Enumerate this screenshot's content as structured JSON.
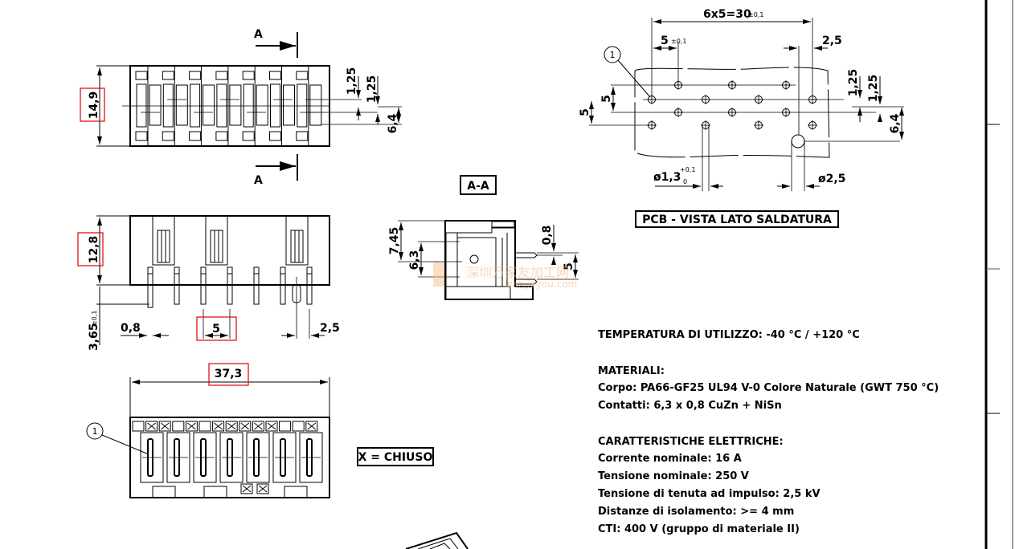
{
  "top_view": {
    "section_label_top": "A",
    "section_label_bottom": "A",
    "dim_height": "14,9",
    "dim_offset_1": "1,25",
    "dim_offset_2": "1,25",
    "dim_row": "6,4"
  },
  "side_view": {
    "dim_height": "12,8",
    "dim_pin_length": "3,65",
    "dim_pin_length_tol": "±0,1",
    "dim_pin_thickness": "0,8",
    "dim_pitch": "5",
    "dim_offset": "2,5"
  },
  "bottom_view": {
    "dim_width": "37,3",
    "callout": "1",
    "legend": "X = CHIUSO"
  },
  "section": {
    "title": "A-A",
    "dim_total": "7,45",
    "dim_blade": "6,3",
    "dim_thickness": "0,8",
    "dim_pin": "5",
    "watermark_cn": "深圳万家友加工网",
    "watermark_url": "wanjiayou.com"
  },
  "pcb": {
    "dim_total": "6x5=30",
    "dim_total_tol": "±0,1",
    "dim_pitch": "5",
    "dim_pitch_tol": "±0,1",
    "dim_offset": "2,5",
    "dim_row_1": "1,25",
    "dim_row_2": "1,25",
    "dim_row": "6,4",
    "dim_left_1": "5",
    "dim_left_2": "5",
    "hole_dia": "ø1,3",
    "hole_tol_plus": "+0,1",
    "hole_tol_minus": "0",
    "peg_dia": "ø2,5",
    "callout": "1",
    "title": "PCB - VISTA LATO SALDATURA"
  },
  "specs": {
    "temperature": "TEMPERATURA DI UTILIZZO: -40 °C / +120 °C",
    "materials_title": "MATERIALI:",
    "body": "Corpo: PA66-GF25 UL94 V-0 Colore Naturale (GWT 750 °C)",
    "contacts": "Contatti: 6,3 x 0,8 CuZn + NiSn",
    "electrical_title": "CARATTERISTICHE ELETTRICHE:",
    "current": "Corrente nominale: 16 A",
    "voltage": "Tensione nominale: 250 V",
    "impulse": "Tensione di tenuta ad impulso: 2,5 kV",
    "clearance": "Distanze di isolamento: >= 4 mm",
    "cti": "CTI: 400 V (gruppo di materiale II)"
  }
}
